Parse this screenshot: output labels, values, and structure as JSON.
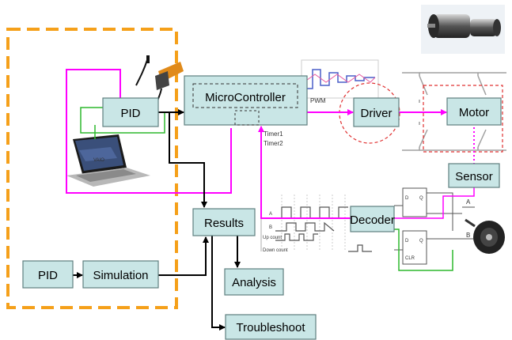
{
  "blocks": {
    "pid_top": "PID",
    "microcontroller": "MicroController",
    "driver": "Driver",
    "motor": "Motor",
    "sensor": "Sensor",
    "decoder": "Decoder",
    "results": "Results",
    "pid_bottom": "PID",
    "simulation": "Simulation",
    "analysis": "Analysis",
    "troubleshoot": "Troubleshoot"
  },
  "labels": {
    "pwm": "PWM",
    "timer1": "Timer1",
    "timer2": "Timer2",
    "wave_a": "A",
    "wave_b": "B",
    "up_count": "Up count",
    "down_count": "Down count",
    "ff_a": "A",
    "ff_b": "B",
    "ff_d1": "D",
    "ff_q1": "Q",
    "ff_d2": "D",
    "ff_q2": "Q",
    "ff_clr": "CLR",
    "laptop_brand": "VAIO"
  },
  "colors": {
    "box_fill": "#c9e6e6",
    "box_stroke": "#5f7f7f",
    "magenta": "#ff00ff",
    "green": "#2db82d",
    "black": "#000000",
    "orange_dash": "#f5a01a",
    "red_dash": "#e03030"
  }
}
